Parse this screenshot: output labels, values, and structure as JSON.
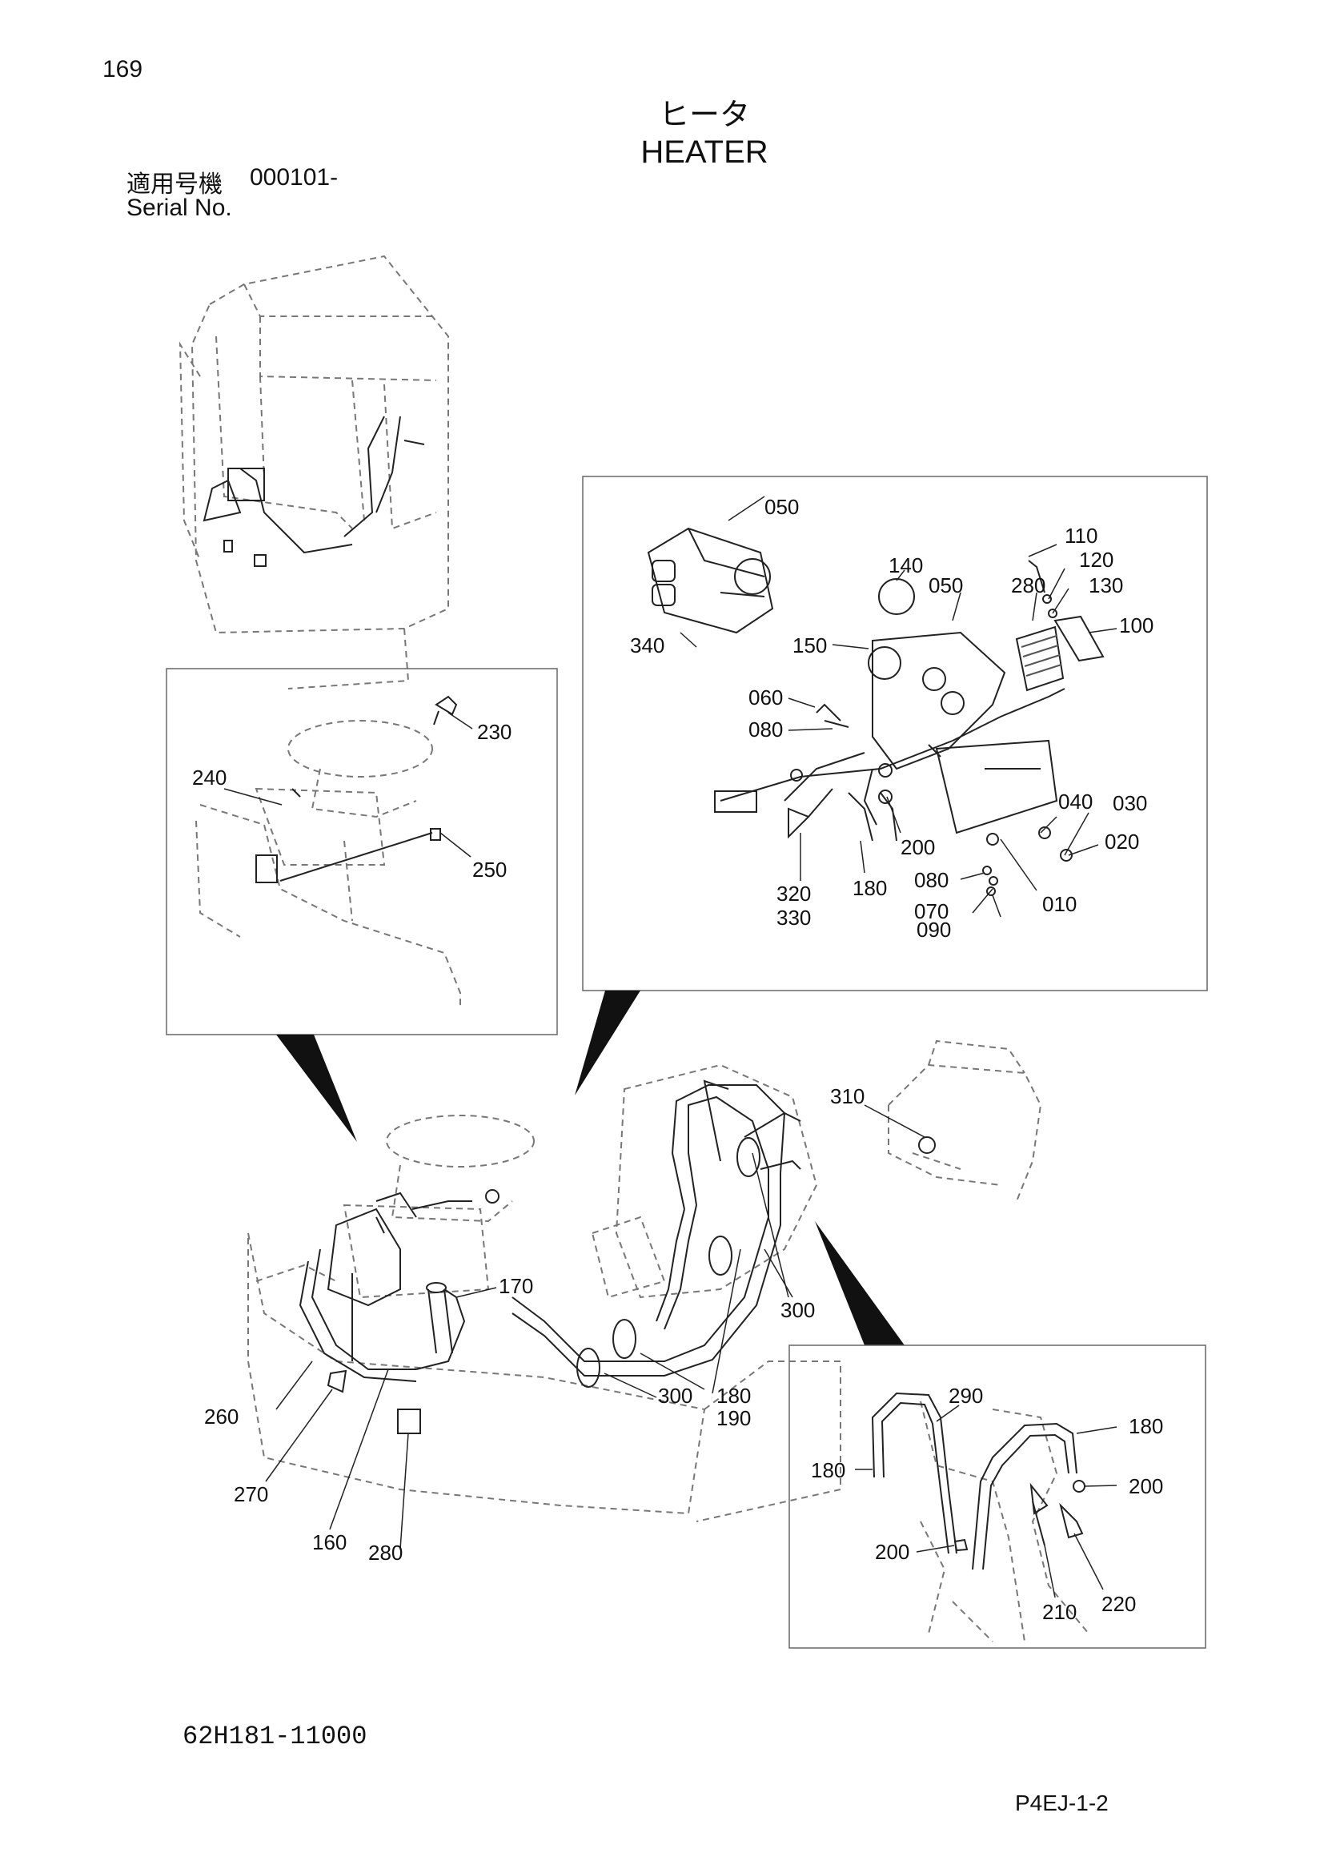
{
  "header": {
    "page_number": "169",
    "title_jp": "ヒータ",
    "title_en": "HEATER",
    "serial_label_jp": "適用号機",
    "serial_number": "000101-",
    "serial_label_en": "Serial No."
  },
  "callouts": {
    "upper_right": [
      {
        "id": "c050a",
        "label": "050"
      },
      {
        "id": "c340",
        "label": "340"
      },
      {
        "id": "c140",
        "label": "140"
      },
      {
        "id": "c050b",
        "label": "050"
      },
      {
        "id": "c280a",
        "label": "280"
      },
      {
        "id": "c110",
        "label": "110"
      },
      {
        "id": "c120",
        "label": "120"
      },
      {
        "id": "c130",
        "label": "130"
      },
      {
        "id": "c100",
        "label": "100"
      },
      {
        "id": "c150",
        "label": "150"
      },
      {
        "id": "c060",
        "label": "060"
      },
      {
        "id": "c080a",
        "label": "080"
      },
      {
        "id": "c040",
        "label": "040"
      },
      {
        "id": "c030",
        "label": "030"
      },
      {
        "id": "c020",
        "label": "020"
      },
      {
        "id": "c200a",
        "label": "200"
      },
      {
        "id": "c080b",
        "label": "080"
      },
      {
        "id": "c180a",
        "label": "180"
      },
      {
        "id": "c320",
        "label": "320"
      },
      {
        "id": "c330",
        "label": "330"
      },
      {
        "id": "c070",
        "label": "070"
      },
      {
        "id": "c090",
        "label": "090"
      },
      {
        "id": "c010",
        "label": "010"
      }
    ],
    "left_detail": [
      {
        "id": "c230",
        "label": "230"
      },
      {
        "id": "c240",
        "label": "240"
      },
      {
        "id": "c250",
        "label": "250"
      }
    ],
    "main": [
      {
        "id": "c310",
        "label": "310"
      },
      {
        "id": "c170",
        "label": "170"
      },
      {
        "id": "c300a",
        "label": "300"
      },
      {
        "id": "c300b",
        "label": "300"
      },
      {
        "id": "c180b",
        "label": "180"
      },
      {
        "id": "c190",
        "label": "190"
      },
      {
        "id": "c260",
        "label": "260"
      },
      {
        "id": "c270",
        "label": "270"
      },
      {
        "id": "c160",
        "label": "160"
      },
      {
        "id": "c280b",
        "label": "280"
      }
    ],
    "lower_right": [
      {
        "id": "c290",
        "label": "290"
      },
      {
        "id": "c180c",
        "label": "180"
      },
      {
        "id": "c180d",
        "label": "180"
      },
      {
        "id": "c200b",
        "label": "200"
      },
      {
        "id": "c200c",
        "label": "200"
      },
      {
        "id": "c210",
        "label": "210"
      },
      {
        "id": "c220",
        "label": "220"
      }
    ]
  },
  "footer": {
    "drawing_code": "62H181-11000",
    "page_code": "P4EJ-1-2"
  }
}
